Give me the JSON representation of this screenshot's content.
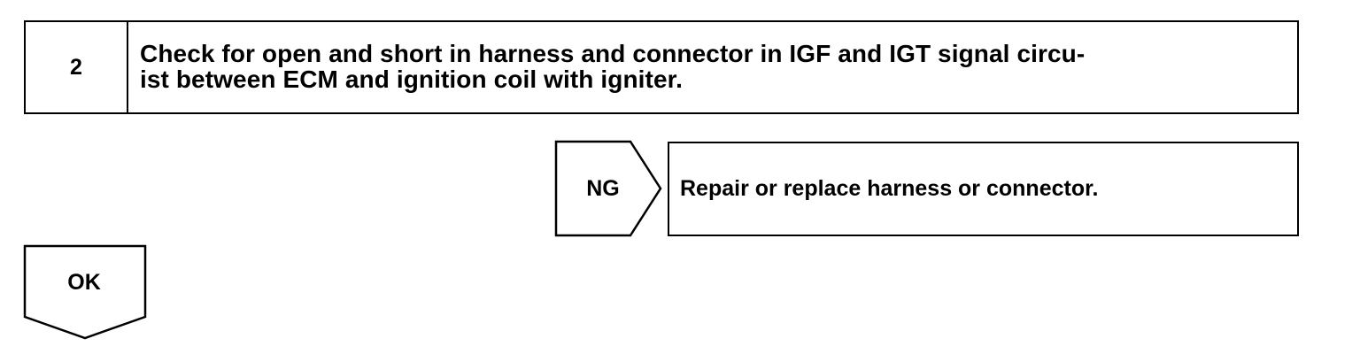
{
  "step": {
    "number": "2",
    "text": "Check for open and short in harness and connector in IGF and IGT signal circu-\nist between ECM and ignition coil with igniter."
  },
  "ng_branch": {
    "label": "NG",
    "action": "Repair or replace harness or connector."
  },
  "ok_branch": {
    "label": "OK"
  }
}
